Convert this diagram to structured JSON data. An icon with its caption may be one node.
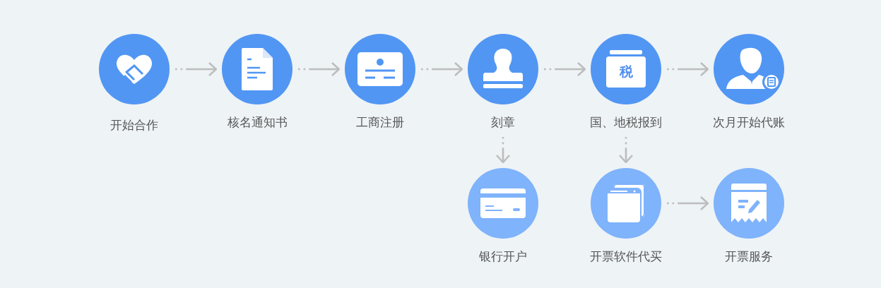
{
  "diagram": {
    "nodes": [
      {
        "text": [
          "开始合作"
        ]
      },
      {
        "text": [
          "核名通知书"
        ]
      },
      {
        "text": [
          "工商注册"
        ]
      },
      {
        "text": [
          "刻章"
        ]
      },
      {
        "text": [
          "税",
          "国、地税报到"
        ]
      },
      {
        "text": [
          "次月开始代账"
        ]
      },
      {
        "text": [
          "银行开户"
        ]
      },
      {
        "text": [
          "开票软件代买"
        ]
      },
      {
        "text": [
          "开票服务"
        ]
      }
    ],
    "edges": [
      {
        "from": 0,
        "to": 1,
        "arrow": "to",
        "style": "dashed"
      },
      {
        "from": 1,
        "to": 2,
        "arrow": "to",
        "style": "dashed"
      },
      {
        "from": 2,
        "to": 3,
        "arrow": "to",
        "style": "dashed"
      },
      {
        "from": 3,
        "to": 4,
        "arrow": "to",
        "style": "dashed"
      },
      {
        "from": 4,
        "to": 5,
        "arrow": "to",
        "style": "dashed"
      },
      {
        "from": 3,
        "to": 6,
        "arrow": "to",
        "style": "dashed"
      },
      {
        "from": 4,
        "to": 7,
        "arrow": "to",
        "style": "dashed"
      },
      {
        "from": 7,
        "to": 8,
        "arrow": "to",
        "style": "dashed"
      }
    ]
  }
}
